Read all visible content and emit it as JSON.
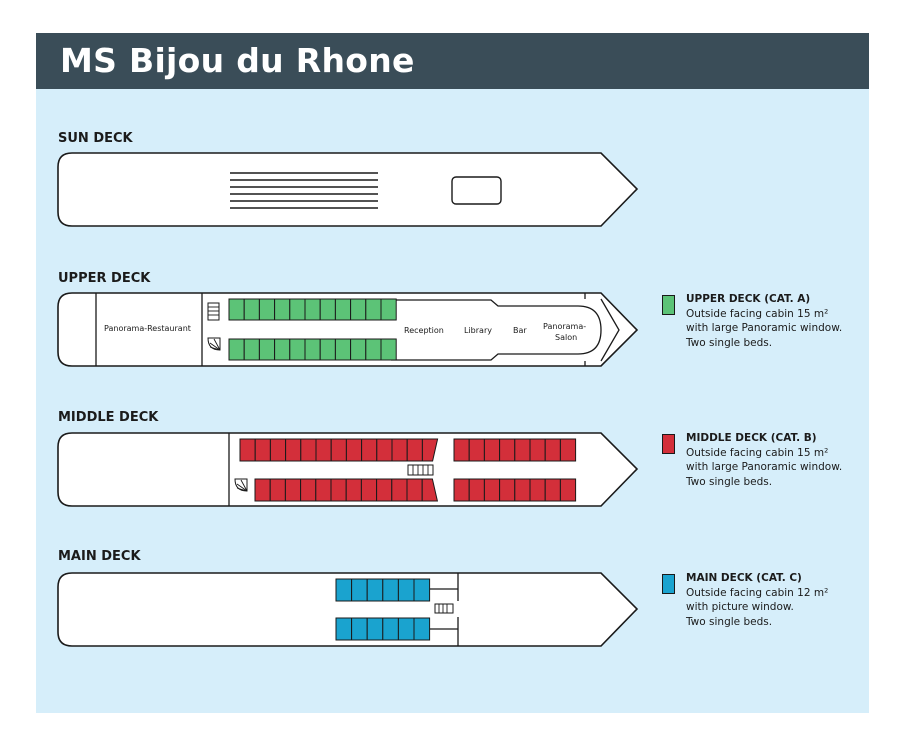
{
  "title": "MS Bijou du Rhone",
  "colors": {
    "header_bg": "#3a4d58",
    "background": "#d6eefa",
    "cabin_a": "#5cc377",
    "cabin_b": "#d32f3a",
    "cabin_c": "#1aa3cf"
  },
  "decks": {
    "sun": {
      "name": "SUN DECK"
    },
    "upper": {
      "name": "UPPER DECK",
      "rooms": {
        "restaurant": "Panorama-Restaurant",
        "reception": "Reception",
        "library": "Library",
        "bar": "Bar",
        "salon_line1": "Panorama-",
        "salon_line2": "Salon"
      }
    },
    "middle": {
      "name": "MIDDLE DECK"
    },
    "main": {
      "name": "MAIN DECK"
    }
  },
  "legend": [
    {
      "title": "UPPER DECK (CAT. A)",
      "line1": "Outside facing cabin 15 m²",
      "line2": "with large Panoramic window.",
      "line3": "Two single beds.",
      "color": "#5cc377"
    },
    {
      "title": "MIDDLE DECK (CAT. B)",
      "line1": "Outside facing cabin 15 m²",
      "line2": "with large Panoramic window.",
      "line3": "Two single beds.",
      "color": "#d32f3a"
    },
    {
      "title": "MAIN DECK (CAT. C)",
      "line1": "Outside facing cabin 12 m²",
      "line2": "with picture window.",
      "line3": "Two single beds.",
      "color": "#1aa3cf"
    }
  ]
}
